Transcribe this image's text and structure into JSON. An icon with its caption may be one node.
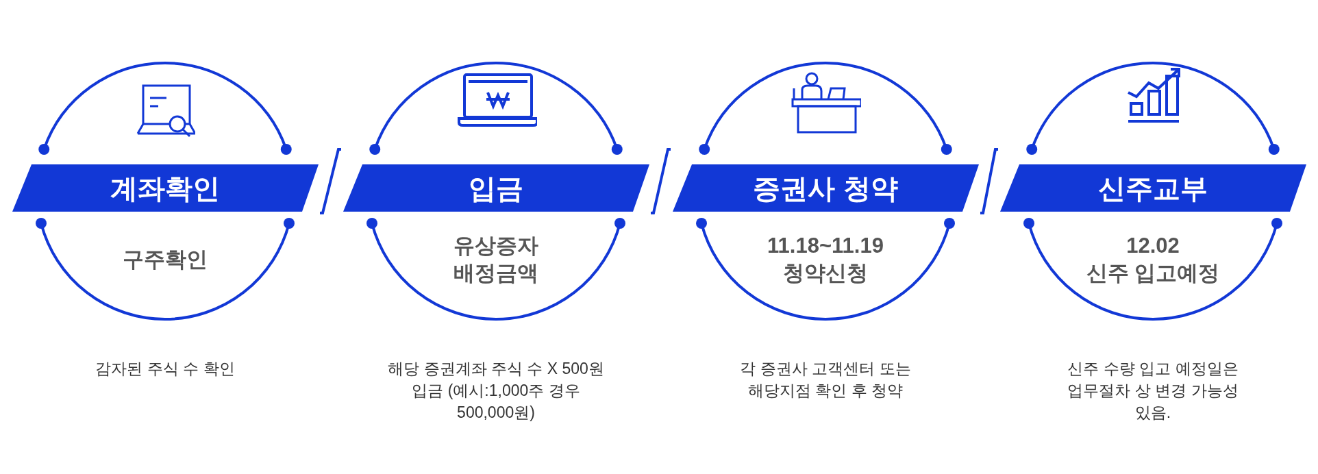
{
  "diagram": {
    "nodes": [
      {
        "text": [
          "계좌확인",
          "구주확인"
        ],
        "beside": [
          "감자된 주식 수 확인"
        ]
      },
      {
        "text": [
          "입금",
          "유상증자 배정금액"
        ],
        "beside": [
          "해당 증권계좌 주식 수 X 500원 입금 (예시:1,000주 경우 500,000원)"
        ]
      },
      {
        "text": [
          "증권사 청약",
          "11.18~11.19 청약신청"
        ],
        "beside": [
          "각 증권사 고객센터 또는 해당지점 확인 후 청약"
        ]
      },
      {
        "text": [
          "신주교부",
          "12.02 신주 입고예정"
        ],
        "beside": [
          "신주 수량 입고 예정일은 업무절차 상 변경 가능성 있음."
        ]
      }
    ],
    "edges": [
      {
        "from": 0,
        "to": 1,
        "arrow": "none"
      },
      {
        "from": 1,
        "to": 2,
        "arrow": "none"
      },
      {
        "from": 2,
        "to": 3,
        "arrow": "none"
      }
    ]
  }
}
